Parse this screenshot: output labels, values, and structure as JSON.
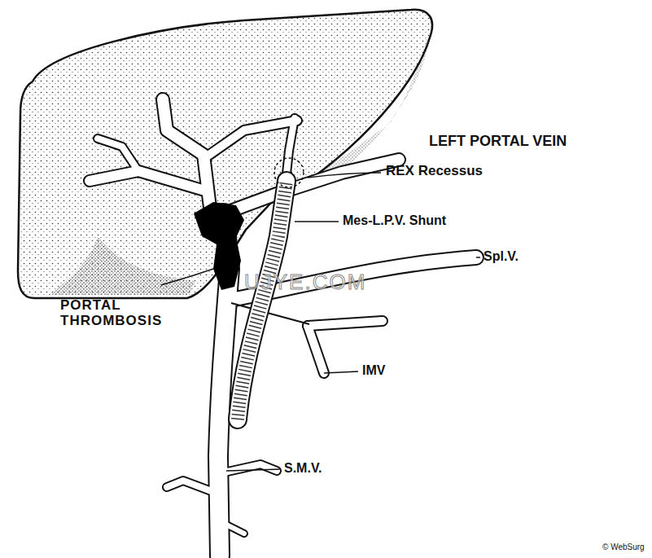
{
  "diagram": {
    "labels": [
      "LEFT PORTAL VEIN",
      "REX Recessus",
      "Mes-L.P.V. Shunt",
      "Spl.V.",
      "IMV",
      "S.M.V.",
      "PORTAL THROMBOSIS",
      "UJYE.COM",
      "© WebSurg"
    ]
  }
}
